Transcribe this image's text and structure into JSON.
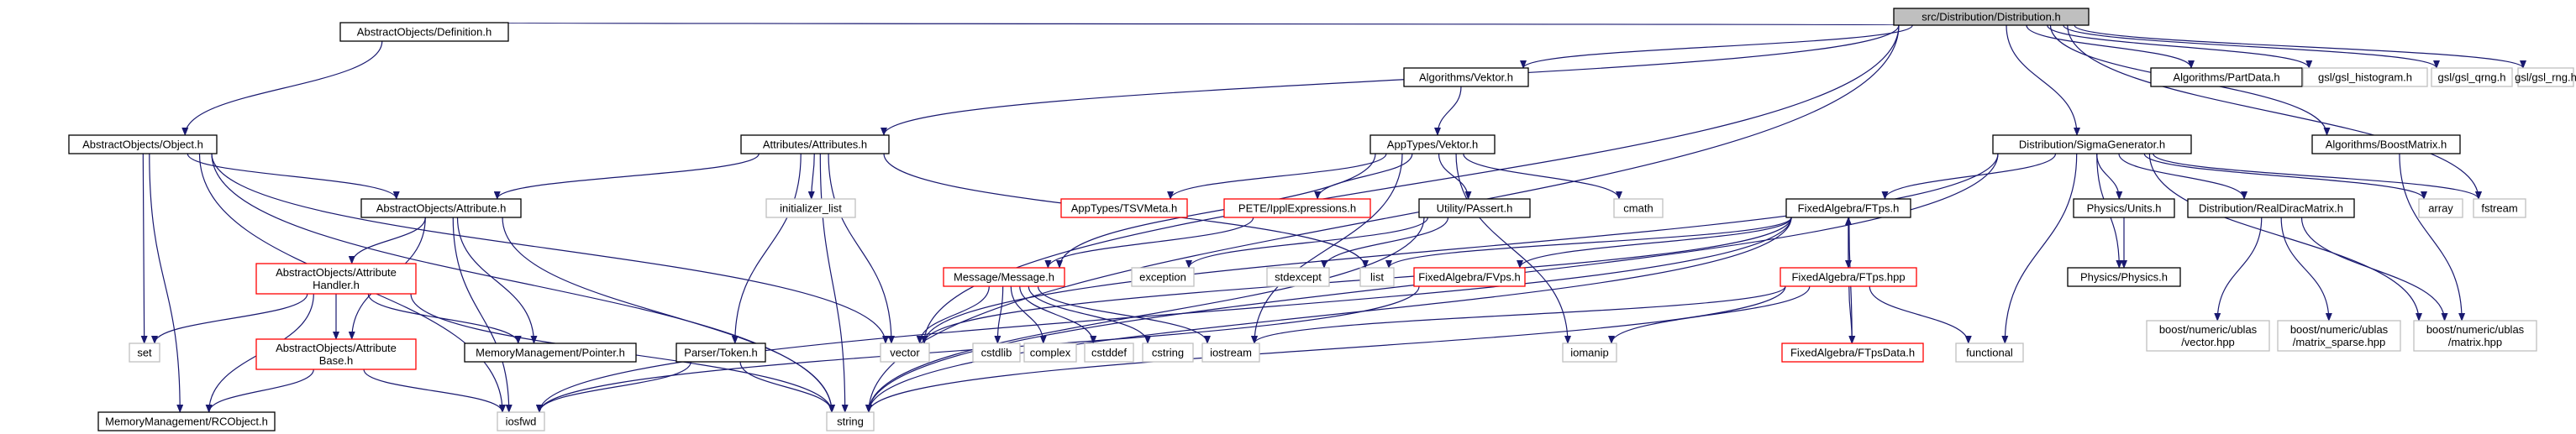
{
  "colors": {
    "edge": "#191970",
    "linked_border": "#000000",
    "unlinked_border": "#bfbfbf",
    "undocumented_border": "#ff0000",
    "root_fill": "#bfbfbf",
    "text": "#000000"
  },
  "graph": {
    "root": "src/Distribution/Distribution.h",
    "nodes": [
      {
        "id": "root",
        "label": "src/Distribution/Distribution.h",
        "style": "root"
      },
      {
        "id": "def",
        "label": "AbstractObjects/Definition.h",
        "style": "linked"
      },
      {
        "id": "obj",
        "label": "AbstractObjects/Object.h",
        "style": "linked"
      },
      {
        "id": "attrs",
        "label": "Attributes/Attributes.h",
        "style": "linked"
      },
      {
        "id": "vekh",
        "label": "Algorithms/Vektor.h",
        "style": "linked"
      },
      {
        "id": "partdata",
        "label": "Algorithms/PartData.h",
        "style": "linked"
      },
      {
        "id": "gslhist",
        "label": "gsl/gsl_histogram.h",
        "style": "unlinked"
      },
      {
        "id": "gslqrng",
        "label": "gsl/gsl_qrng.h",
        "style": "unlinked"
      },
      {
        "id": "gslrng",
        "label": "gsl/gsl_rng.h",
        "style": "unlinked"
      },
      {
        "id": "sigma",
        "label": "Distribution/SigmaGenerator.h",
        "style": "linked"
      },
      {
        "id": "boostm",
        "label": "Algorithms/BoostMatrix.h",
        "style": "linked"
      },
      {
        "id": "attr",
        "label": "AbstractObjects/Attribute.h",
        "style": "linked"
      },
      {
        "id": "initlist",
        "label": "initializer_list",
        "style": "unlinked"
      },
      {
        "id": "appvek",
        "label": "AppTypes/Vektor.h",
        "style": "linked"
      },
      {
        "id": "tsv",
        "label": "AppTypes/TSVMeta.h",
        "style": "undocumented"
      },
      {
        "id": "pete",
        "label": "PETE/IpplExpressions.h",
        "style": "undocumented"
      },
      {
        "id": "passert",
        "label": "Utility/PAssert.h",
        "style": "linked"
      },
      {
        "id": "cmath",
        "label": "cmath",
        "style": "unlinked"
      },
      {
        "id": "ftps",
        "label": "FixedAlgebra/FTps.h",
        "style": "linked"
      },
      {
        "id": "units",
        "label": "Physics/Units.h",
        "style": "linked"
      },
      {
        "id": "rdm",
        "label": "Distribution/RealDiracMatrix.h",
        "style": "linked"
      },
      {
        "id": "array",
        "label": "array",
        "style": "unlinked"
      },
      {
        "id": "fstream",
        "label": "fstream",
        "style": "unlinked"
      },
      {
        "id": "ahandler",
        "label": "AbstractObjects/Attribute\nHandler.h",
        "style": "undocumented"
      },
      {
        "id": "abase",
        "label": "AbstractObjects/Attribute\nBase.h",
        "style": "undocumented"
      },
      {
        "id": "set",
        "label": "set",
        "style": "unlinked"
      },
      {
        "id": "mmptr",
        "label": "MemoryManagement/Pointer.h",
        "style": "linked"
      },
      {
        "id": "msg",
        "label": "Message/Message.h",
        "style": "undocumented"
      },
      {
        "id": "exception",
        "label": "exception",
        "style": "unlinked"
      },
      {
        "id": "stdexcept",
        "label": "stdexcept",
        "style": "unlinked"
      },
      {
        "id": "list",
        "label": "list",
        "style": "unlinked"
      },
      {
        "id": "fvps",
        "label": "FixedAlgebra/FVps.h",
        "style": "undocumented"
      },
      {
        "id": "ftpshpp",
        "label": "FixedAlgebra/FTps.hpp",
        "style": "undocumented"
      },
      {
        "id": "physh",
        "label": "Physics/Physics.h",
        "style": "linked"
      },
      {
        "id": "bvec",
        "label": "boost/numeric/ublas\n/vector.hpp",
        "style": "unlinked"
      },
      {
        "id": "bsparse",
        "label": "boost/numeric/ublas\n/matrix_sparse.hpp",
        "style": "unlinked"
      },
      {
        "id": "bmatrix",
        "label": "boost/numeric/ublas\n/matrix.hpp",
        "style": "unlinked"
      },
      {
        "id": "parser",
        "label": "Parser/Token.h",
        "style": "linked"
      },
      {
        "id": "vector",
        "label": "vector",
        "style": "unlinked"
      },
      {
        "id": "cstdlib",
        "label": "cstdlib",
        "style": "unlinked"
      },
      {
        "id": "complex",
        "label": "complex",
        "style": "unlinked"
      },
      {
        "id": "cstddef",
        "label": "cstddef",
        "style": "unlinked"
      },
      {
        "id": "cstring",
        "label": "cstring",
        "style": "unlinked"
      },
      {
        "id": "iostream",
        "label": "iostream",
        "style": "unlinked"
      },
      {
        "id": "iomanip",
        "label": "iomanip",
        "style": "unlinked"
      },
      {
        "id": "ftpsdata",
        "label": "FixedAlgebra/FTpsData.h",
        "style": "undocumented"
      },
      {
        "id": "functional",
        "label": "functional",
        "style": "unlinked"
      },
      {
        "id": "rcobj",
        "label": "MemoryManagement/RCObject.h",
        "style": "linked"
      },
      {
        "id": "iosfwd",
        "label": "iosfwd",
        "style": "unlinked"
      },
      {
        "id": "string",
        "label": "string",
        "style": "unlinked"
      }
    ],
    "edges": [
      [
        "root",
        "def"
      ],
      [
        "root",
        "attrs"
      ],
      [
        "root",
        "vekh"
      ],
      [
        "root",
        "vector"
      ],
      [
        "root",
        "string"
      ],
      [
        "root",
        "partdata"
      ],
      [
        "root",
        "gslhist"
      ],
      [
        "root",
        "gslqrng"
      ],
      [
        "root",
        "gslrng"
      ],
      [
        "root",
        "sigma"
      ],
      [
        "root",
        "boostm"
      ],
      [
        "root",
        "fstream"
      ],
      [
        "def",
        "obj"
      ],
      [
        "obj",
        "attr"
      ],
      [
        "obj",
        "set"
      ],
      [
        "obj",
        "vector"
      ],
      [
        "obj",
        "rcobj"
      ],
      [
        "obj",
        "iosfwd"
      ],
      [
        "obj",
        "string"
      ],
      [
        "attrs",
        "attr"
      ],
      [
        "attrs",
        "initlist"
      ],
      [
        "attrs",
        "parser"
      ],
      [
        "attrs",
        "vector"
      ],
      [
        "attrs",
        "string"
      ],
      [
        "attrs",
        "list"
      ],
      [
        "attr",
        "ahandler"
      ],
      [
        "attr",
        "abase"
      ],
      [
        "attr",
        "mmptr"
      ],
      [
        "attr",
        "iosfwd"
      ],
      [
        "attr",
        "string"
      ],
      [
        "ahandler",
        "abase"
      ],
      [
        "ahandler",
        "set"
      ],
      [
        "ahandler",
        "mmptr"
      ],
      [
        "ahandler",
        "rcobj"
      ],
      [
        "ahandler",
        "string"
      ],
      [
        "abase",
        "rcobj"
      ],
      [
        "abase",
        "iosfwd"
      ],
      [
        "parser",
        "iosfwd"
      ],
      [
        "parser",
        "string"
      ],
      [
        "vekh",
        "appvek"
      ],
      [
        "appvek",
        "tsv"
      ],
      [
        "appvek",
        "pete"
      ],
      [
        "appvek",
        "passert"
      ],
      [
        "appvek",
        "cmath"
      ],
      [
        "appvek",
        "iomanip"
      ],
      [
        "appvek",
        "msg"
      ],
      [
        "appvek",
        "iostream"
      ],
      [
        "pete",
        "msg"
      ],
      [
        "passert",
        "exception"
      ],
      [
        "passert",
        "stdexcept"
      ],
      [
        "passert",
        "string"
      ],
      [
        "msg",
        "vector"
      ],
      [
        "msg",
        "cstdlib"
      ],
      [
        "msg",
        "complex"
      ],
      [
        "msg",
        "cstddef"
      ],
      [
        "msg",
        "cstring"
      ],
      [
        "msg",
        "iostream"
      ],
      [
        "sigma",
        "ftps"
      ],
      [
        "sigma",
        "units"
      ],
      [
        "sigma",
        "physh"
      ],
      [
        "sigma",
        "rdm"
      ],
      [
        "sigma",
        "array"
      ],
      [
        "sigma",
        "fstream"
      ],
      [
        "sigma",
        "functional"
      ],
      [
        "sigma",
        "vector"
      ],
      [
        "sigma",
        "string"
      ],
      [
        "sigma",
        "bmatrix"
      ],
      [
        "ftps",
        "fvps"
      ],
      [
        "ftps",
        "ftpshpp"
      ],
      [
        "ftps",
        "ftpsdata"
      ],
      [
        "ftps",
        "list"
      ],
      [
        "ftps",
        "iosfwd"
      ],
      [
        "ftps",
        "vector"
      ],
      [
        "ftps",
        "string"
      ],
      [
        "ftpshpp",
        "ftps"
      ],
      [
        "ftpshpp",
        "ftpsdata"
      ],
      [
        "ftpshpp",
        "functional"
      ],
      [
        "ftpshpp",
        "iomanip"
      ],
      [
        "ftpshpp",
        "iostream"
      ],
      [
        "ftpshpp",
        "string"
      ],
      [
        "fvps",
        "iosfwd"
      ],
      [
        "units",
        "physh"
      ],
      [
        "rdm",
        "bvec"
      ],
      [
        "rdm",
        "bsparse"
      ],
      [
        "rdm",
        "bmatrix"
      ],
      [
        "boostm",
        "bmatrix"
      ]
    ]
  }
}
